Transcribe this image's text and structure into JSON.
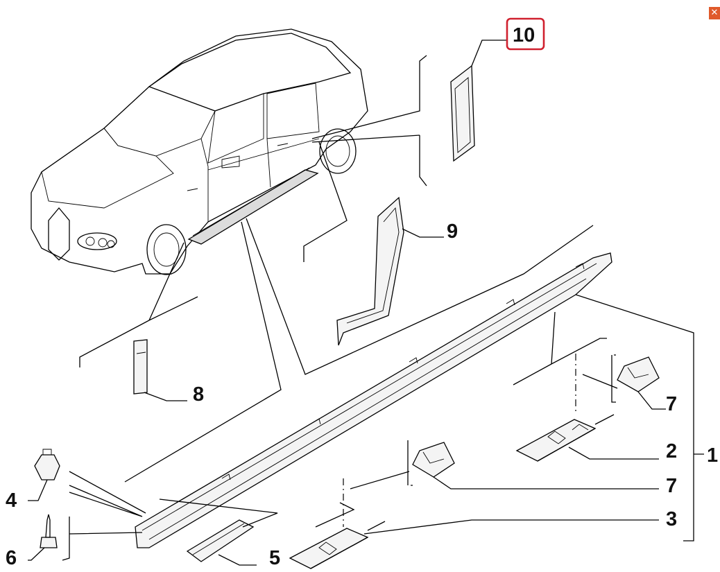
{
  "callouts": {
    "c1": "1",
    "c2": "2",
    "c3": "3",
    "c4": "4",
    "c5": "5",
    "c6": "6",
    "c7a": "7",
    "c7b": "7",
    "c8": "8",
    "c9": "9",
    "c10": "10"
  },
  "highlight_color": "#d0202e",
  "close_icon": "close-icon"
}
